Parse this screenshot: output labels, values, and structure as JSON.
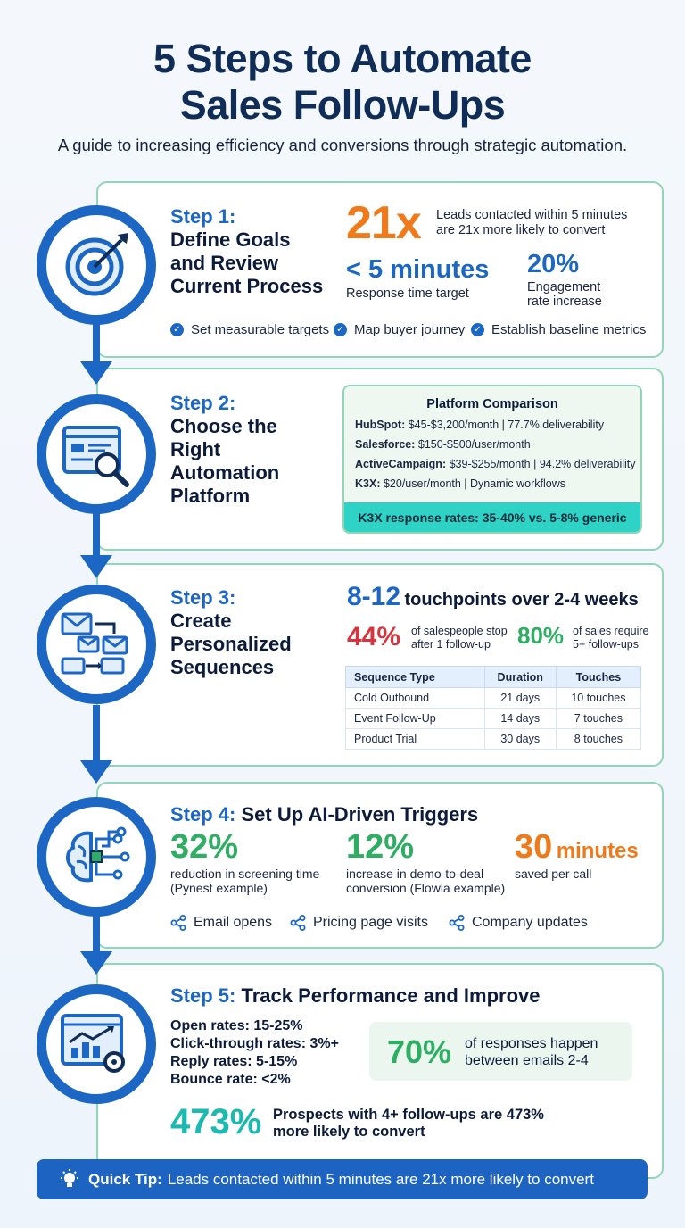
{
  "header": {
    "title_line1": "5 Steps to Automate",
    "title_line2": "Sales Follow-Ups",
    "subtitle": "A guide to increasing efficiency and conversions through strategic automation."
  },
  "colors": {
    "primary_blue": "#1c67c4",
    "orange": "#f07a1a",
    "green": "#2eae63",
    "teal": "#1bb9b0",
    "red": "#d8343d",
    "card_border": "#8fd6b6"
  },
  "steps": [
    {
      "num": "Step 1:",
      "title_lines": [
        "Define Goals",
        "and Review",
        "Current Process"
      ],
      "icon": "target-icon",
      "stat_big": "21x",
      "stat_big_text": "Leads contacted within 5 minutes are 21x more likely to convert",
      "stat2": "< 5 minutes",
      "stat2_label": "Response time target",
      "stat3": "20%",
      "stat3_label_line1": "Engagement",
      "stat3_label_line2": "rate increase",
      "checks": [
        "Set measurable targets",
        "Map buyer journey",
        "Establish baseline metrics"
      ]
    },
    {
      "num": "Step 2:",
      "title_lines": [
        "Choose the",
        "Right",
        "Automation",
        "Platform"
      ],
      "icon": "browser-search-icon",
      "comparison_title": "Platform Comparison",
      "platforms": [
        {
          "name": "HubSpot:",
          "detail": "$45-$3,200/month | 77.7% deliverability"
        },
        {
          "name": "Salesforce:",
          "detail": "$150-$500/user/month"
        },
        {
          "name": "ActiveCampaign:",
          "detail": "$39-$255/month | 94.2% deliverability"
        },
        {
          "name": "K3X:",
          "detail": "$20/user/month | Dynamic workflows"
        }
      ],
      "highlight": "K3X response rates: 35-40% vs. 5-8% generic"
    },
    {
      "num": "Step 3:",
      "title_lines": [
        "Create",
        "Personalized",
        "Sequences"
      ],
      "icon": "email-sequence-icon",
      "stat_big": "8-12",
      "stat_big_text": "touchpoints over 2-4 weeks",
      "stat2": "44%",
      "stat2_label_line1": "of salespeople stop",
      "stat2_label_line2": "after 1 follow-up",
      "stat3": "80%",
      "stat3_label_line1": "of sales require",
      "stat3_label_line2": "5+ follow-ups",
      "table_headers": [
        "Sequence Type",
        "Duration",
        "Touches"
      ],
      "table_rows": [
        [
          "Cold Outbound",
          "21 days",
          "10 touches"
        ],
        [
          "Event Follow-Up",
          "14 days",
          "7 touches"
        ],
        [
          "Product Trial",
          "30 days",
          "8 touches"
        ]
      ]
    },
    {
      "num": "Step 4:",
      "title": "Set Up AI-Driven Triggers",
      "icon": "ai-brain-icon",
      "stat1": "32%",
      "stat1_label_line1": "reduction in screening time",
      "stat1_label_line2": "(Pynest example)",
      "stat2": "12%",
      "stat2_label_line1": "increase in demo-to-deal",
      "stat2_label_line2": "conversion (Flowla example)",
      "stat3_num": "30",
      "stat3_unit": "minutes",
      "stat3_label": "saved per call",
      "triggers": [
        "Email opens",
        "Pricing page visits",
        "Company updates"
      ]
    },
    {
      "num": "Step 5:",
      "title": "Track Performance and Improve",
      "icon": "analytics-chart-icon",
      "metrics": [
        "Open rates: 15-25%",
        "Click-through rates: 3%+",
        "Reply rates: 5-15%",
        "Bounce rate: <2%"
      ],
      "stat1": "70%",
      "stat1_label_line1": "of responses happen",
      "stat1_label_line2": "between emails 2-4",
      "stat2": "473%",
      "stat2_label_line1": "Prospects with 4+ follow-ups are 473%",
      "stat2_label_line2": "more likely to convert"
    }
  ],
  "tip": {
    "label": "Quick Tip:",
    "text": "Leads contacted within 5 minutes are 21x more likely to convert"
  }
}
